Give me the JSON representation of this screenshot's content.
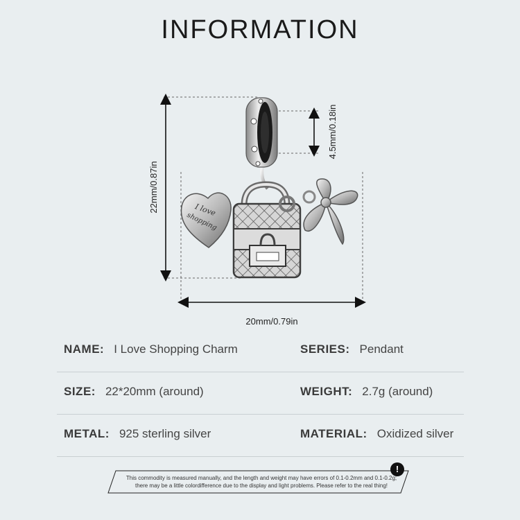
{
  "header": {
    "title": "INFORMATION"
  },
  "dimensions": {
    "height_label": "22mm/0.87in",
    "width_label": "20mm/0.79in",
    "bail_label": "4.5mm/0.18in",
    "heart_text_line1": "I love",
    "heart_text_line2": "shopping"
  },
  "specs": {
    "rows": [
      {
        "left": {
          "key": "NAME:",
          "value": "I Love Shopping Charm"
        },
        "right": {
          "key": "SERIES:",
          "value": "Pendant"
        }
      },
      {
        "left": {
          "key": "SIZE:",
          "value": "22*20mm (around)"
        },
        "right": {
          "key": "WEIGHT:",
          "value": "2.7g (around)"
        }
      },
      {
        "left": {
          "key": "METAL:",
          "value": "925 sterling silver"
        },
        "right": {
          "key": "MATERIAL:",
          "value": "Oxidized silver"
        }
      }
    ]
  },
  "notice": {
    "line1": "This commodity is measured manually, and the length and weight may have errors of 0.1-0.2mm and 0.1-0.2g;",
    "line2": "there may be a little colordifference due to the display and light problems. Please refer to the real thing!",
    "icon": "exclamation-icon"
  },
  "colors": {
    "background": "#e9eef0",
    "divider": "#c9cfd2",
    "text": "#3a3a3a"
  }
}
